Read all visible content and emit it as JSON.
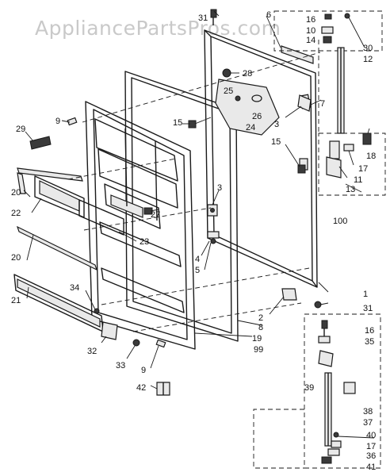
{
  "watermark": "AppliancePartsPros.com",
  "callouts": {
    "c1": "1",
    "c2": "2",
    "c3a": "3",
    "c3b": "3",
    "c4": "4",
    "c5": "5",
    "c6": "6",
    "c7": "7",
    "c8": "8",
    "c9a": "9",
    "c9b": "9",
    "c11": "11",
    "c12": "12",
    "c13": "13",
    "c14": "14",
    "c15a": "15",
    "c15b": "15",
    "c16a": "16",
    "c16b": "16",
    "c17a": "17",
    "c17b": "17",
    "c18": "18",
    "c19": "19",
    "c20a": "20",
    "c20b": "20",
    "c21": "21",
    "c22": "22",
    "c23": "23",
    "c24": "24",
    "c25": "25",
    "c26": "26",
    "c27": "27",
    "c28": "28",
    "c29": "29",
    "c30": "30",
    "c31a": "31",
    "c31b": "31",
    "c32": "32",
    "c33": "33",
    "c34": "34",
    "c35": "35",
    "c36": "36",
    "c37": "37",
    "c38": "38",
    "c39": "39",
    "c40": "40",
    "c41": "41",
    "c42": "42",
    "c99": "99",
    "c100": "100"
  }
}
